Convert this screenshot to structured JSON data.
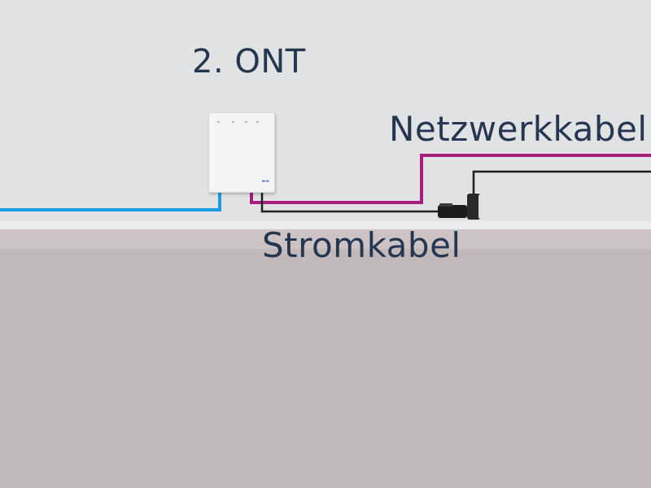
{
  "title": "2. ONT",
  "labels": {
    "network_cable": "Netzwerkkabel",
    "power_cable": "Stromkabel"
  },
  "colors": {
    "wall": "#e1e2e3",
    "floor": "#c2b8b9",
    "text": "#253650",
    "fiber_cable": "#1a9be0",
    "network_cable": "#a81c7e",
    "power_cable": "#1e1e1e"
  }
}
